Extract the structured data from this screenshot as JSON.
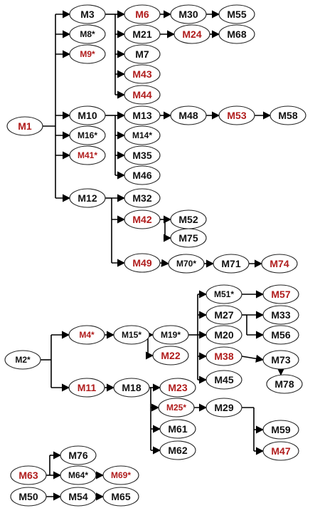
{
  "colors": {
    "red": "#b01c1c",
    "black": "#111111"
  },
  "nodes": [
    {
      "id": "M1",
      "label": "M1",
      "color": "red",
      "size": "l"
    },
    {
      "id": "M3",
      "label": "M3",
      "color": "black",
      "size": "l"
    },
    {
      "id": "M8",
      "label": "M8*",
      "color": "black",
      "size": "s"
    },
    {
      "id": "M9",
      "label": "M9*",
      "color": "red",
      "size": "s"
    },
    {
      "id": "M10",
      "label": "M10",
      "color": "black",
      "size": "l"
    },
    {
      "id": "M16",
      "label": "M16*",
      "color": "black",
      "size": "s"
    },
    {
      "id": "M41",
      "label": "M41*",
      "color": "red",
      "size": "s"
    },
    {
      "id": "M12",
      "label": "M12",
      "color": "black",
      "size": "l"
    },
    {
      "id": "M6",
      "label": "M6",
      "color": "red",
      "size": "l"
    },
    {
      "id": "M21",
      "label": "M21",
      "color": "black",
      "size": "l"
    },
    {
      "id": "M7",
      "label": "M7",
      "color": "black",
      "size": "l"
    },
    {
      "id": "M43",
      "label": "M43",
      "color": "red",
      "size": "l"
    },
    {
      "id": "M44",
      "label": "M44",
      "color": "red",
      "size": "l"
    },
    {
      "id": "M30",
      "label": "M30",
      "color": "black",
      "size": "l"
    },
    {
      "id": "M55",
      "label": "M55",
      "color": "black",
      "size": "l"
    },
    {
      "id": "M24",
      "label": "M24",
      "color": "red",
      "size": "l"
    },
    {
      "id": "M68",
      "label": "M68",
      "color": "black",
      "size": "l"
    },
    {
      "id": "M13",
      "label": "M13",
      "color": "black",
      "size": "l"
    },
    {
      "id": "M14",
      "label": "M14*",
      "color": "black",
      "size": "s"
    },
    {
      "id": "M35",
      "label": "M35",
      "color": "black",
      "size": "l"
    },
    {
      "id": "M46",
      "label": "M46",
      "color": "black",
      "size": "l"
    },
    {
      "id": "M48",
      "label": "M48",
      "color": "black",
      "size": "l"
    },
    {
      "id": "M53",
      "label": "M53",
      "color": "red",
      "size": "l"
    },
    {
      "id": "M58",
      "label": "M58",
      "color": "black",
      "size": "l"
    },
    {
      "id": "M32",
      "label": "M32",
      "color": "black",
      "size": "l"
    },
    {
      "id": "M42",
      "label": "M42",
      "color": "red",
      "size": "l"
    },
    {
      "id": "M52",
      "label": "M52",
      "color": "black",
      "size": "l"
    },
    {
      "id": "M75",
      "label": "M75",
      "color": "black",
      "size": "l"
    },
    {
      "id": "M49",
      "label": "M49",
      "color": "red",
      "size": "l"
    },
    {
      "id": "M70",
      "label": "M70*",
      "color": "black",
      "size": "s"
    },
    {
      "id": "M71",
      "label": "M71",
      "color": "black",
      "size": "l"
    },
    {
      "id": "M74",
      "label": "M74",
      "color": "red",
      "size": "l"
    },
    {
      "id": "M2",
      "label": "M2*",
      "color": "black",
      "size": "s"
    },
    {
      "id": "M4",
      "label": "M4*",
      "color": "red",
      "size": "s"
    },
    {
      "id": "M11",
      "label": "M11",
      "color": "red",
      "size": "l"
    },
    {
      "id": "M15",
      "label": "M15*",
      "color": "black",
      "size": "s"
    },
    {
      "id": "M19",
      "label": "M19*",
      "color": "black",
      "size": "s"
    },
    {
      "id": "M22",
      "label": "M22",
      "color": "red",
      "size": "l"
    },
    {
      "id": "M51",
      "label": "M51*",
      "color": "black",
      "size": "s"
    },
    {
      "id": "M27",
      "label": "M27",
      "color": "black",
      "size": "l"
    },
    {
      "id": "M20",
      "label": "M20",
      "color": "black",
      "size": "l"
    },
    {
      "id": "M38",
      "label": "M38",
      "color": "red",
      "size": "l"
    },
    {
      "id": "M45",
      "label": "M45",
      "color": "black",
      "size": "l"
    },
    {
      "id": "M57",
      "label": "M57",
      "color": "red",
      "size": "l"
    },
    {
      "id": "M33",
      "label": "M33",
      "color": "black",
      "size": "l"
    },
    {
      "id": "M56",
      "label": "M56",
      "color": "black",
      "size": "l"
    },
    {
      "id": "M73",
      "label": "M73",
      "color": "black",
      "size": "l"
    },
    {
      "id": "M78",
      "label": "M78",
      "color": "black",
      "size": "l"
    },
    {
      "id": "M18",
      "label": "M18",
      "color": "black",
      "size": "l"
    },
    {
      "id": "M23",
      "label": "M23",
      "color": "red",
      "size": "l"
    },
    {
      "id": "M25",
      "label": "M25*",
      "color": "red",
      "size": "s"
    },
    {
      "id": "M61",
      "label": "M61",
      "color": "black",
      "size": "l"
    },
    {
      "id": "M62",
      "label": "M62",
      "color": "black",
      "size": "l"
    },
    {
      "id": "M29",
      "label": "M29",
      "color": "black",
      "size": "l"
    },
    {
      "id": "M59",
      "label": "M59",
      "color": "black",
      "size": "l"
    },
    {
      "id": "M47",
      "label": "M47",
      "color": "red",
      "size": "l"
    },
    {
      "id": "M63",
      "label": "M63",
      "color": "red",
      "size": "l"
    },
    {
      "id": "M76",
      "label": "M76",
      "color": "black",
      "size": "l"
    },
    {
      "id": "M64",
      "label": "M64*",
      "color": "black",
      "size": "s"
    },
    {
      "id": "M69",
      "label": "M69*",
      "color": "red",
      "size": "s"
    },
    {
      "id": "M50",
      "label": "M50",
      "color": "black",
      "size": "l"
    },
    {
      "id": "M54",
      "label": "M54",
      "color": "black",
      "size": "l"
    },
    {
      "id": "M65",
      "label": "M65",
      "color": "black",
      "size": "l"
    }
  ]
}
